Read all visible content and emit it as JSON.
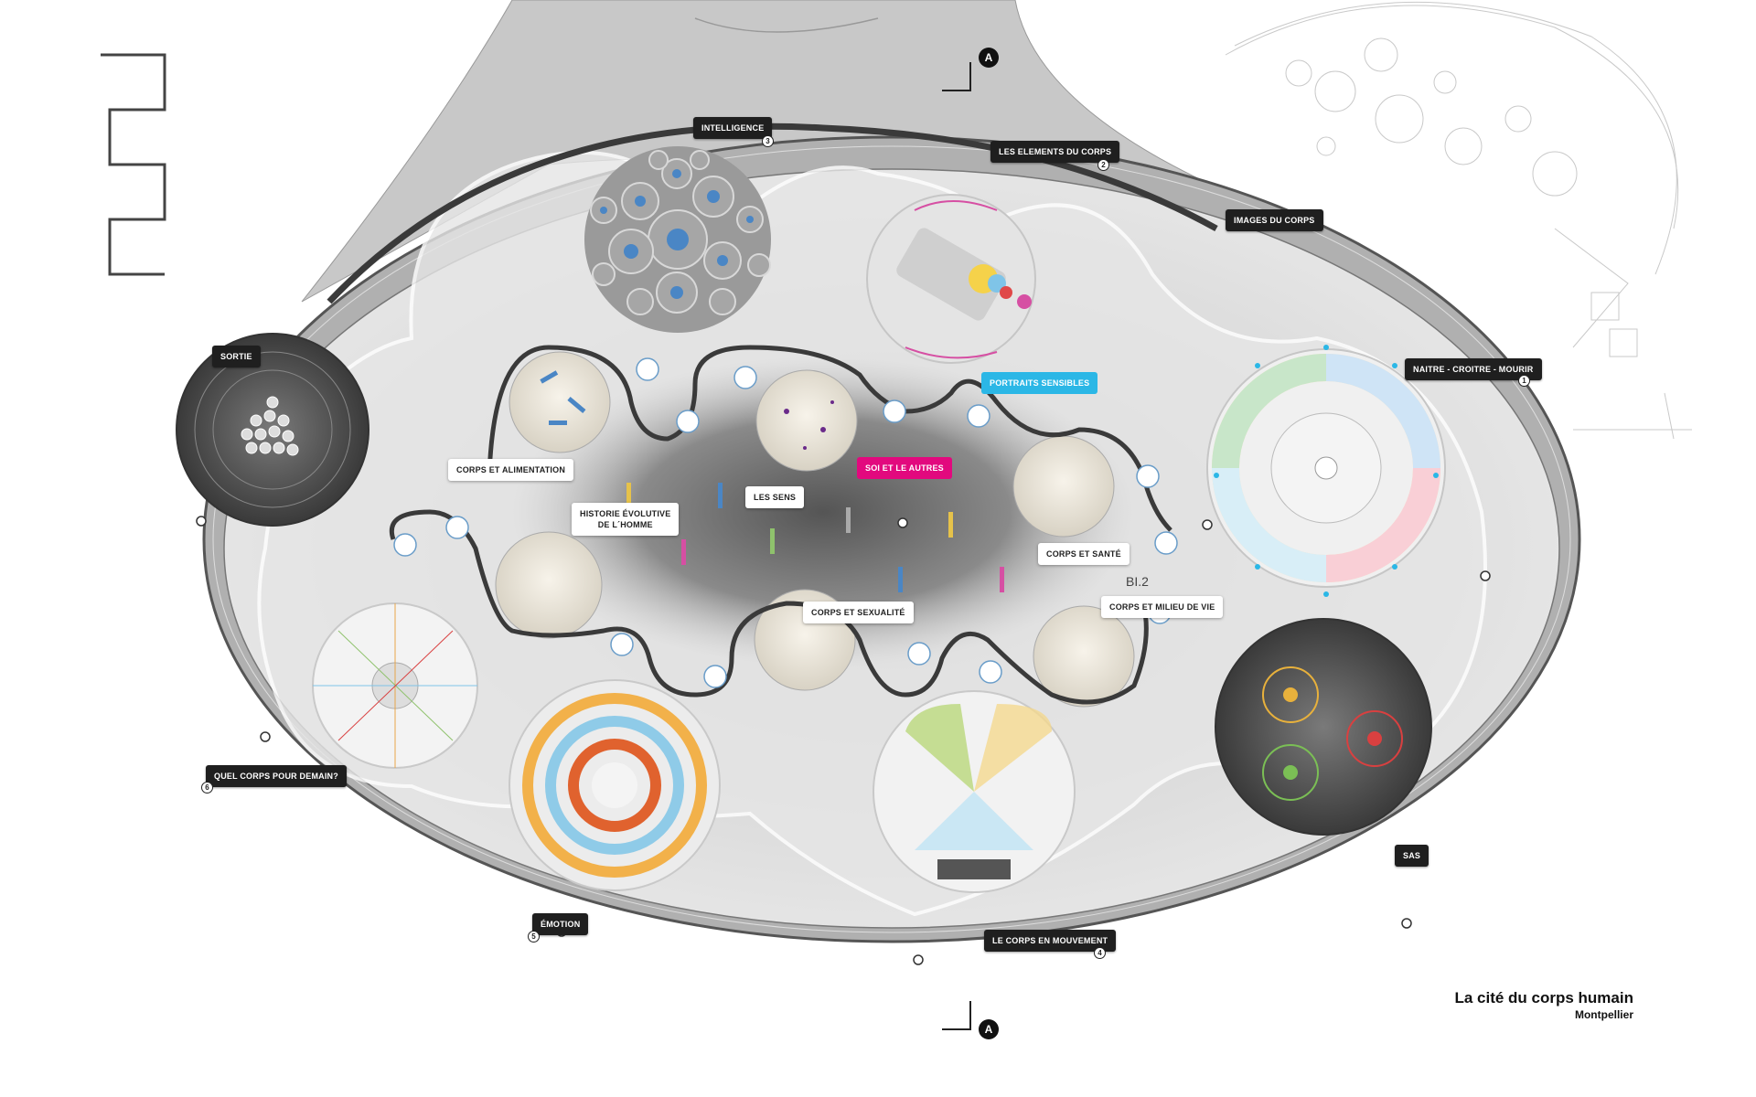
{
  "title": {
    "main": "La cité du corps humain",
    "city": "Montpellier"
  },
  "section_marker": "A",
  "room_code": "BI.2",
  "labels": {
    "intelligence": "INTELLIGENCE",
    "elements": "LES ELEMENTS DU CORPS",
    "images": "IMAGES DU CORPS",
    "sortie": "Sortie",
    "naitre": "NAITRE - CROITRE - MOURIR",
    "portraits": "PORTRAITS SENSIBLES",
    "alimentation": "CORPS ET ALIMENTATION",
    "soi": "SOI ET LE AUTRES",
    "historie_l1": "HISTORIE ÉVOLUTIVE",
    "historie_l2": "DE L´HOMME",
    "sens": "LES SENS",
    "sante": "CORPS ET SANTÉ",
    "sexualite": "CORPS ET SEXUALITÉ",
    "milieu": "CORPS ET MILIEU DE VIE",
    "demain": "QUEL CORPS POUR DEMAIN?",
    "sas": "SAS",
    "emotion": "ÉMOTION",
    "mouvement": "LE CORPS EN MOUVEMENT"
  },
  "route_numbers": {
    "n1": "1",
    "n2": "2",
    "n3": "3",
    "n4": "4",
    "n5": "5",
    "n6": "6"
  },
  "colors": {
    "cyan": "#2bb7e6",
    "magenta": "#e2097e",
    "dark_label": "#1f1f1f",
    "floor": "#d9d9d9",
    "ramp": "#a9a9a9"
  }
}
